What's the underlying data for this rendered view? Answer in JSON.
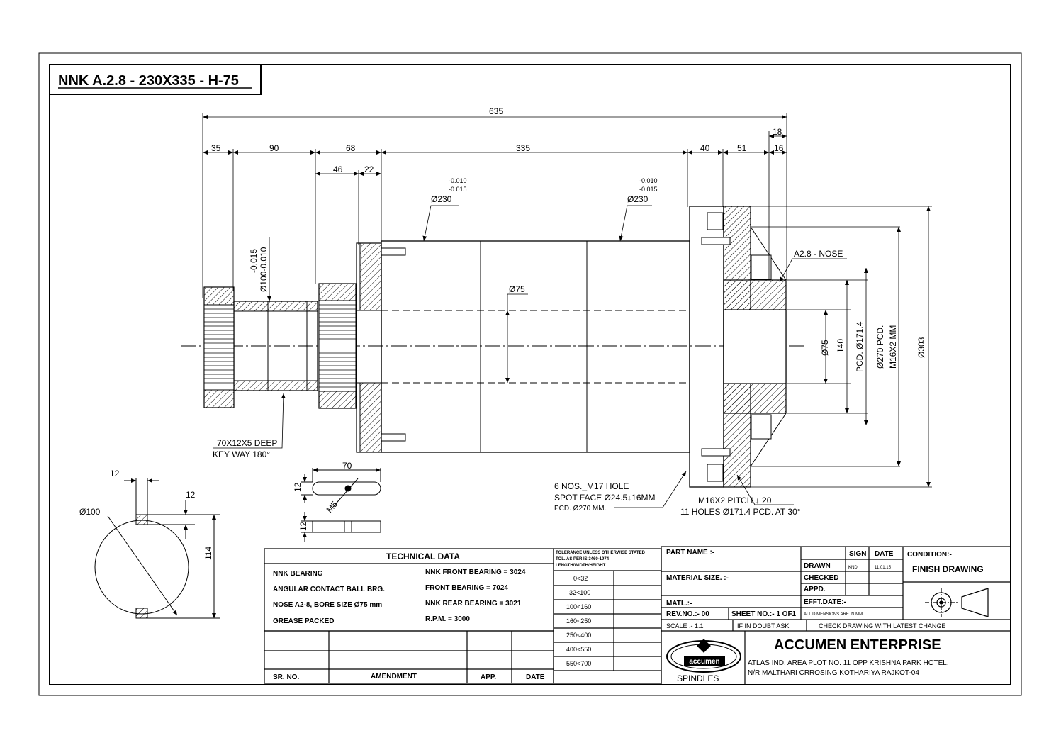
{
  "drawing_title": "NNK A.2.8 - 230X335 - H-75",
  "dimensions": {
    "overall": "635",
    "d35": "35",
    "d90": "90",
    "d68": "68",
    "d46": "46",
    "d22": "22",
    "d335": "335",
    "d40": "40",
    "d51": "51",
    "d18": "18",
    "d16": "16",
    "tol_left_1": "-0.010",
    "tol_left_2": "-0.015",
    "dia230_left": "Ø230",
    "tol_right_1": "-0.010",
    "tol_right_2": "-0.015",
    "dia230_right": "Ø230",
    "dia100_tol_1": "-0.015",
    "dia100_tol_2": "Ø100-0.010",
    "dia75_mid": "Ø75",
    "dia75_right": "Ø75",
    "d140": "140",
    "pcd171": "PCD. Ø171.4",
    "pcd270": "Ø270 PCD.",
    "m16": "M16X2 MM",
    "dia303": "Ø303",
    "nose": "A2.8 - NOSE",
    "keyway_1": "70X12X5 DEEP",
    "keyway_2": "KEY WAY 180°",
    "holes_1": "6 NOS._M17 HOLE",
    "holes_2": "SPOT FACE Ø24.5↓16MM",
    "holes_3": "PCD. Ø270 MM.",
    "pitch_1": "M16X2 PITCH ↓ 20",
    "pitch_2": "11 HOLES Ø171.4 PCD. AT 30°",
    "key70": "70",
    "key12a": "12",
    "key12b": "12",
    "m5": "M5",
    "sec12a": "12",
    "sec12b": "12",
    "sec100": "Ø100",
    "sec114": "114"
  },
  "technical_data": {
    "heading": "TECHNICAL DATA",
    "row1_left": "NNK BEARING",
    "row1_right": "NNK FRONT  BEARING = 3024",
    "row2_left": "ANGULAR CONTACT BALL BRG.",
    "row2_right": "FRONT  BEARING = 7024",
    "row3_left": "NOSE A2-8, BORE SIZE  Ø75 mm",
    "row3_right": "NNK REAR  BEARING = 3021",
    "row4_left": "GREASE PACKED",
    "row4_right": "R.P.M. = 3000"
  },
  "amendment": {
    "sr_no": "SR. NO.",
    "amendment": "AMENDMENT",
    "app": "APP.",
    "date": "DATE"
  },
  "tolerance": {
    "line1": "TOLERANCE UNLESS OTHERWISE STATED",
    "line2": "TOL. AS PER IS 3460-1974",
    "line3": "LENGTH/WIDTH/HEIGHT",
    "ranges": [
      "0<32",
      "32<100",
      "100<160",
      "160<250",
      "250<400",
      "400<550",
      "550<700"
    ]
  },
  "title_block": {
    "part_name": "PART NAME :-",
    "sign": "SIGN",
    "date": "DATE",
    "drawn": "DRAWN",
    "drawn_sign": "KND.",
    "drawn_date": "11.01.15",
    "checked": "CHECKED",
    "material_size": "MATERIAL SIZE. :-",
    "appd": "APPD.",
    "matl": "MATL.:-",
    "efft_date": "EFFT.DATE:-",
    "rev_no": "REV.NO.:- 00",
    "sheet_no": "SHEET NO.:- 1 OF1",
    "all_dims": "ALL DIMENSIONS ARE IN MM",
    "scale": "SCALE :- 1:1",
    "if_in_doubt": "IF IN DOUBT ASK",
    "check_drawing": "CHECK DRAWING WITH LATEST CHANGE",
    "condition": "CONDITION:-",
    "finish": "FINISH DRAWING",
    "company": "ACCUMEN ENTERPRISE",
    "address_1": "ATLAS IND. AREA PLOT NO. 11 OPP KRISHNA PARK HOTEL,",
    "address_2": "N/R MALTHARI CRROSING KOTHARIYA RAJKOT-04",
    "logo_text": "accumen",
    "spindles": "SPINDLES"
  }
}
